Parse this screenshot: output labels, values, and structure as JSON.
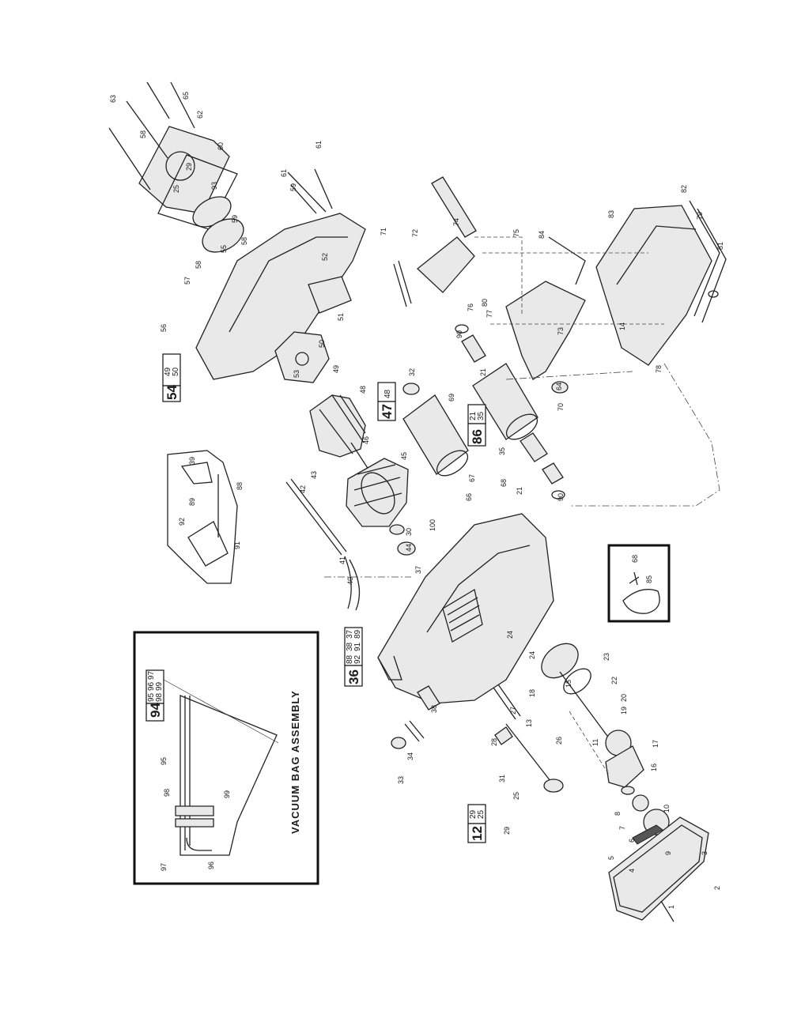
{
  "inset_vacuum": {
    "title": "VACUUM BAG ASSEMBLY",
    "kit_main": "94",
    "kit_sub": [
      [
        "95",
        "96",
        "97"
      ],
      [
        "98",
        "99",
        ""
      ]
    ],
    "labels": [
      "98",
      "95",
      "97",
      "96",
      "99"
    ]
  },
  "inset_detail_brush": {
    "labels": [
      "39",
      "89",
      "88",
      "92",
      "91"
    ]
  },
  "inset_detail_small": {
    "labels": [
      "68",
      "85"
    ]
  },
  "kits": [
    {
      "main": "54",
      "sub": [
        [
          "49",
          ""
        ],
        [
          "50",
          ""
        ]
      ]
    },
    {
      "main": "47",
      "sub": [
        [
          "48"
        ]
      ]
    },
    {
      "main": "86",
      "sub": [
        [
          "21"
        ],
        [
          "35"
        ]
      ]
    },
    {
      "main": "36",
      "sub": [
        [
          "37",
          "38",
          "88"
        ],
        [
          "89",
          "91",
          "92"
        ]
      ]
    },
    {
      "main": "12",
      "sub": [
        [
          "29"
        ],
        [
          "25"
        ]
      ]
    }
  ],
  "part_numbers": [
    "63",
    "65",
    "58",
    "62",
    "60",
    "29",
    "25",
    "93",
    "59",
    "58",
    "55",
    "58",
    "57",
    "56",
    "52",
    "51",
    "50",
    "49",
    "53",
    "61",
    "61",
    "59",
    "48",
    "46",
    "45",
    "43",
    "42",
    "41",
    "40",
    "30",
    "44",
    "37",
    "100",
    "67",
    "66",
    "68",
    "32",
    "69",
    "90",
    "21",
    "35",
    "21",
    "90",
    "71",
    "72",
    "74",
    "75",
    "84",
    "80",
    "76",
    "77",
    "73",
    "64",
    "70",
    "83",
    "82",
    "79",
    "81",
    "78",
    "14",
    "24",
    "24",
    "23",
    "22",
    "15",
    "20",
    "18",
    "27",
    "13",
    "38",
    "34",
    "33",
    "28",
    "31",
    "26",
    "25",
    "29",
    "11",
    "19",
    "17",
    "16",
    "8",
    "7",
    "6",
    "10",
    "9",
    "5",
    "4",
    "3",
    "2",
    "1"
  ]
}
